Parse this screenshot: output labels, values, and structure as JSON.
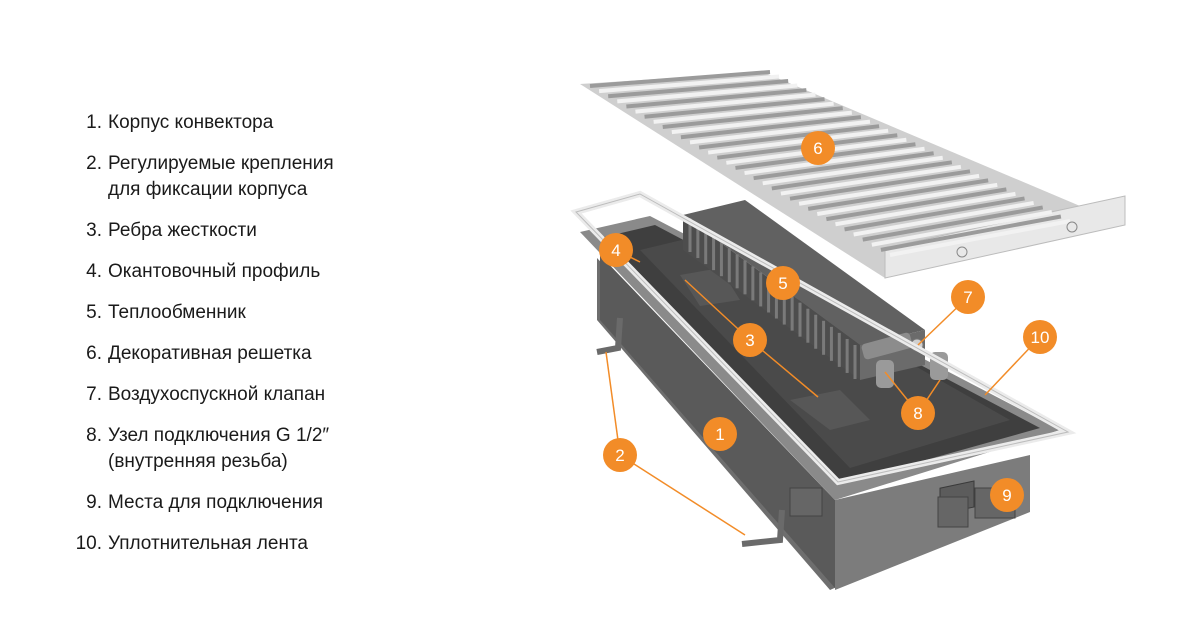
{
  "legend": [
    {
      "num": "1.",
      "lines": [
        "Корпус конвектора"
      ]
    },
    {
      "num": "2.",
      "lines": [
        "Регулируемые крепления",
        "для фиксации корпуса"
      ]
    },
    {
      "num": "3.",
      "lines": [
        "Ребра жесткости"
      ]
    },
    {
      "num": "4.",
      "lines": [
        "Окантовочный профиль"
      ]
    },
    {
      "num": "5.",
      "lines": [
        "Теплообменник"
      ]
    },
    {
      "num": "6.",
      "lines": [
        "Декоративная решетка"
      ]
    },
    {
      "num": "7.",
      "lines": [
        "Воздухоспускной клапан"
      ]
    },
    {
      "num": "8.",
      "lines": [
        "Узел подключения G 1/2″",
        "(внутренняя резьба)"
      ]
    },
    {
      "num": "9.",
      "lines": [
        "Места для подключения"
      ]
    },
    {
      "num": "10.",
      "lines": [
        "Уплотнительная лента"
      ]
    }
  ],
  "markers": [
    "1",
    "2",
    "3",
    "4",
    "5",
    "6",
    "7",
    "8",
    "9",
    "10"
  ],
  "colors": {
    "marker": "#f28c28",
    "housing": "#7a7a7a",
    "housing_dark": "#4e4e4e",
    "grille": "#d8d8d8",
    "frame": "#f2f2f2"
  }
}
